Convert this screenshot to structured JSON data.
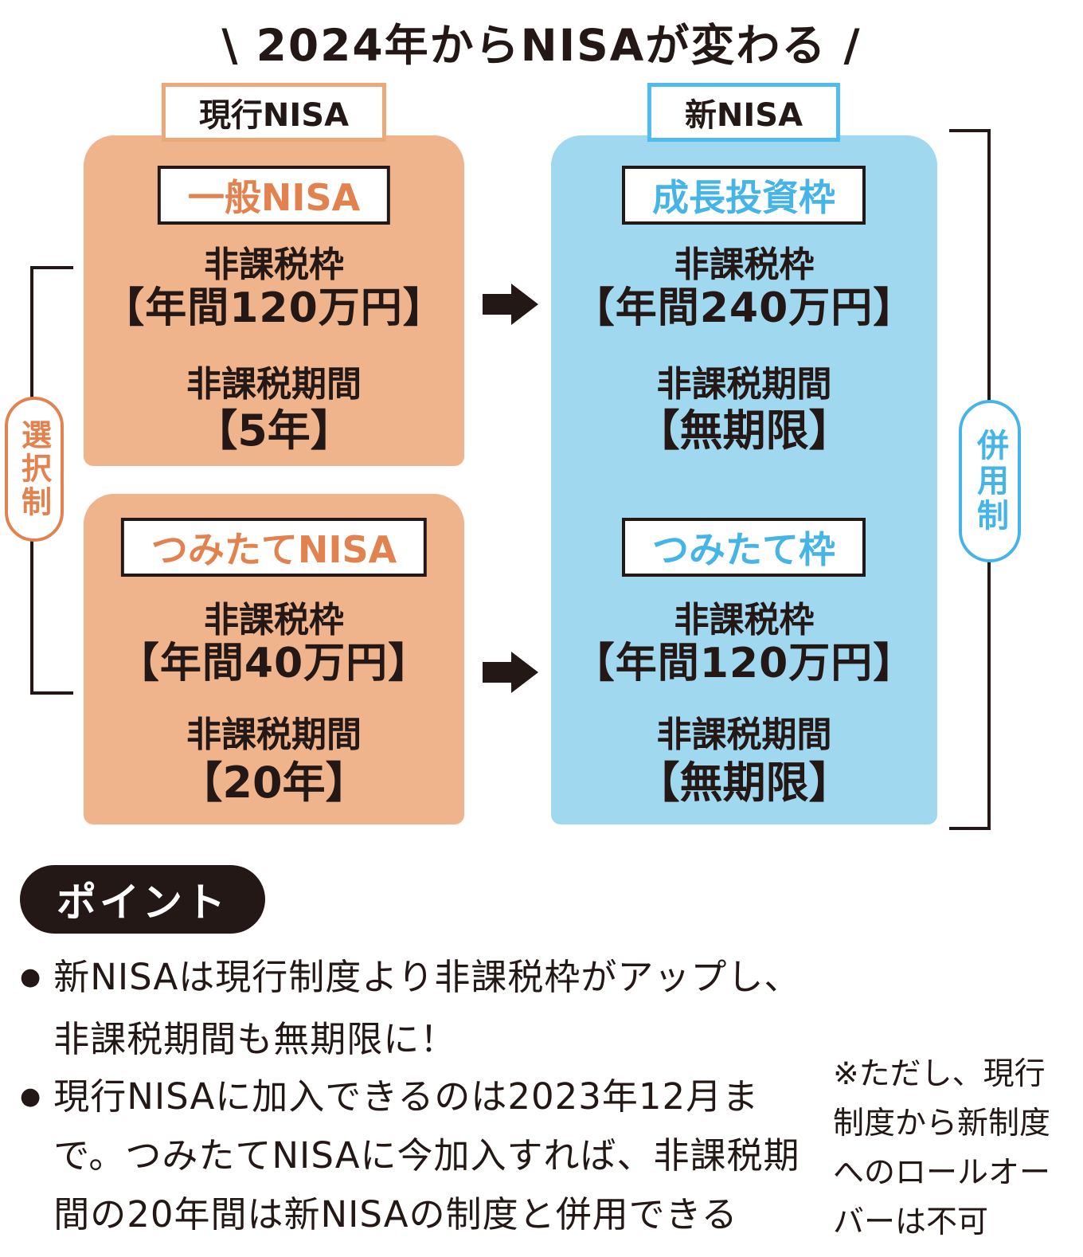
{
  "title": "\\ 2024年からNISAが変わる /",
  "colors": {
    "orange_fill": "#F0B48C",
    "orange_accent": "#E2824E",
    "blue_fill": "#A0D8F0",
    "blue_accent": "#45B4E6",
    "ink": "#231815"
  },
  "current": {
    "header": "現行NISA",
    "bracket_label": "選択制",
    "boxes": [
      {
        "name": "一般NISA",
        "limit_label": "非課税枠",
        "limit_value": "【年間120万円】",
        "period_label": "非課税期間",
        "period_value": "【5年】"
      },
      {
        "name": "つみたてNISA",
        "limit_label": "非課税枠",
        "limit_value": "【年間40万円】",
        "period_label": "非課税期間",
        "period_value": "【20年】"
      }
    ]
  },
  "new": {
    "header": "新NISA",
    "bracket_label": "併用制",
    "sections": [
      {
        "name": "成長投資枠",
        "limit_label": "非課税枠",
        "limit_value": "【年間240万円】",
        "period_label": "非課税期間",
        "period_value": "【無期限】"
      },
      {
        "name": "つみたて枠",
        "limit_label": "非課税枠",
        "limit_value": "【年間120万円】",
        "period_label": "非課税期間",
        "period_value": "【無期限】"
      }
    ]
  },
  "points": {
    "heading": "ポイント",
    "bullets": [
      {
        "lines": [
          "新NISAは現行制度より非課税枠がアップし、",
          "非課税期間も無期限に！"
        ]
      },
      {
        "lines": [
          "現行NISAに加入できるのは2023年12月ま",
          "で。つみたてNISAに今加入すれば、非課税期",
          "間の20年間は新NISAの制度と併用できる"
        ]
      }
    ],
    "note_lines": [
      "※ただし、現行",
      "制度から新制度",
      "へのロールオー",
      "バーは不可"
    ]
  }
}
